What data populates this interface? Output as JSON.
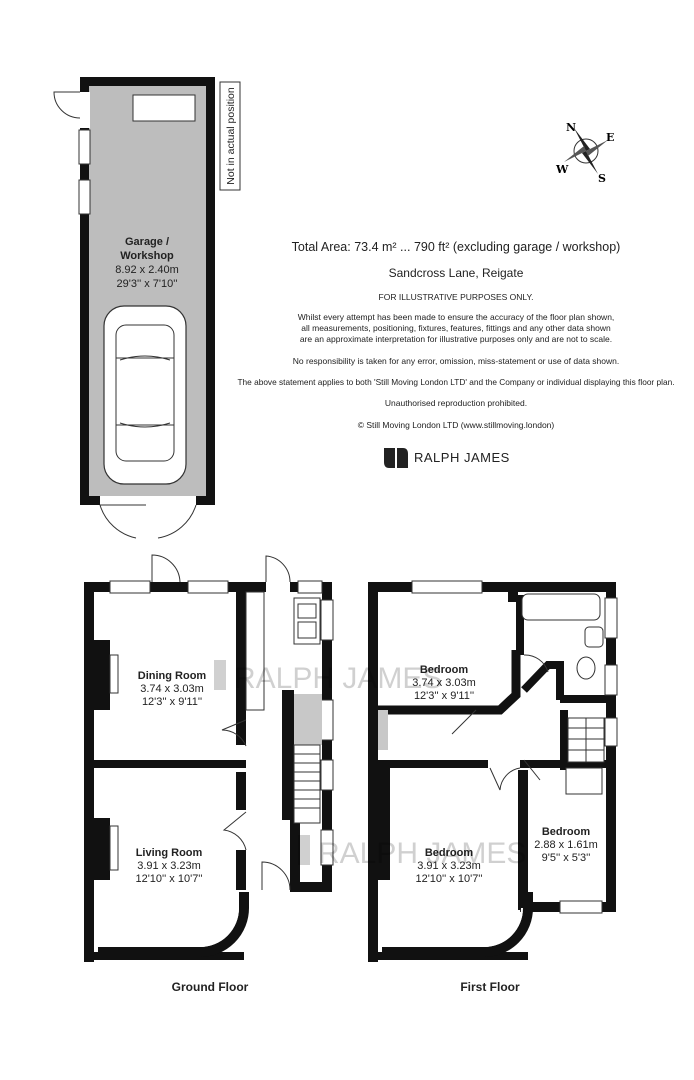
{
  "garage": {
    "side_note": "Not in actual position",
    "name_line1": "Garage /",
    "name_line2": "Workshop",
    "metric": "8.92 x 2.40m",
    "imperial": "29'3'' x 7'10''"
  },
  "compass": {
    "n": "N",
    "e": "E",
    "s": "S",
    "w": "W"
  },
  "info": {
    "total_area": "Total Area: 73.4 m² ... 790 ft² (excluding garage / workshop)",
    "address": "Sandcross Lane, Reigate",
    "illustrative": "FOR ILLUSTRATIVE PURPOSES ONLY.",
    "disclaimer_1": "Whilst every attempt has been made to ensure the accuracy of the floor plan shown,",
    "disclaimer_2": "all measurements, positioning, fixtures, features, fittings and any other data shown",
    "disclaimer_3": "are an approximate interpretation for illustrative purposes only and are not to scale.",
    "responsibility": "No responsibility is taken for any error, omission, miss-statement or use of data shown.",
    "statement": "The above statement applies to both 'Still Moving London LTD' and the Company or individual displaying this floor plan.",
    "reproduction": "Unauthorised reproduction prohibited.",
    "copyright": "© Still Moving London LTD (www.stillmoving.london)",
    "brand": "RALPH JAMES"
  },
  "watermark": "RALPH JAMES",
  "ground_floor": {
    "title": "Ground Floor",
    "dining": {
      "name": "Dining Room",
      "metric": "3.74 x 3.03m",
      "imperial": "12'3'' x 9'11''"
    },
    "living": {
      "name": "Living Room",
      "metric": "3.91 x 3.23m",
      "imperial": "12'10'' x 10'7''"
    }
  },
  "first_floor": {
    "title": "First Floor",
    "bedroom_back": {
      "name": "Bedroom",
      "metric": "3.74 x 3.03m",
      "imperial": "12'3'' x 9'11''"
    },
    "bedroom_front": {
      "name": "Bedroom",
      "metric": "3.91 x 3.23m",
      "imperial": "12'10'' x 10'7''"
    },
    "bedroom_small": {
      "name": "Bedroom",
      "metric": "2.88 x 1.61m",
      "imperial": "9'5'' x 5'3''"
    }
  },
  "colors": {
    "wall": "#111111",
    "garage_fill": "#bdbdbd",
    "text": "#222222"
  }
}
